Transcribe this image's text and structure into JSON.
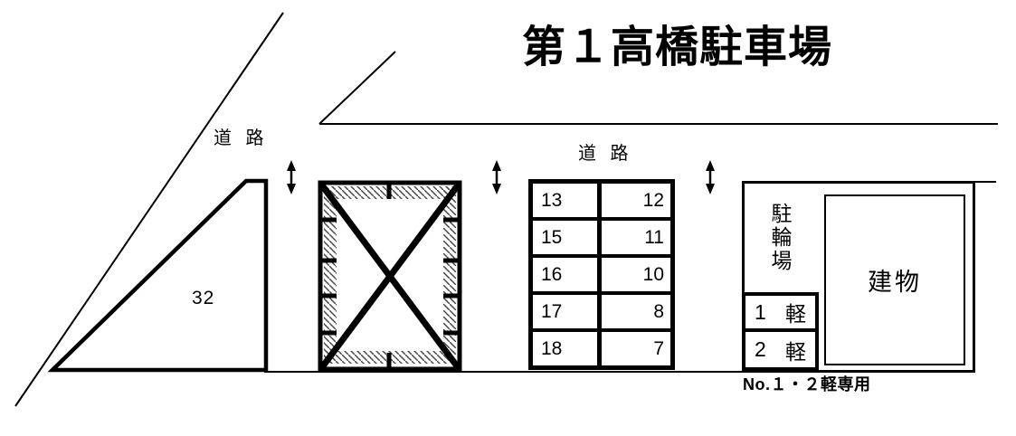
{
  "title": "第１高橋駐車場",
  "road_labels": {
    "upper_left": "道 路",
    "middle": "道 路"
  },
  "areas": {
    "large_space_label": "32",
    "bicycle_parking_label": "駐輪場",
    "building_label": "建物",
    "kei_note": "No.１・２軽専用",
    "kei_cells": [
      {
        "number": "1",
        "type": "軽"
      },
      {
        "number": "2",
        "type": "軽"
      }
    ]
  },
  "parking_table": {
    "rows": [
      {
        "left": "13",
        "right": "12"
      },
      {
        "left": "15",
        "right": "11"
      },
      {
        "left": "16",
        "right": "10"
      },
      {
        "left": "17",
        "right": "8"
      },
      {
        "left": "18",
        "right": "7"
      }
    ]
  },
  "colors": {
    "line": "#000000",
    "background": "#ffffff",
    "hatch": "#444444"
  }
}
